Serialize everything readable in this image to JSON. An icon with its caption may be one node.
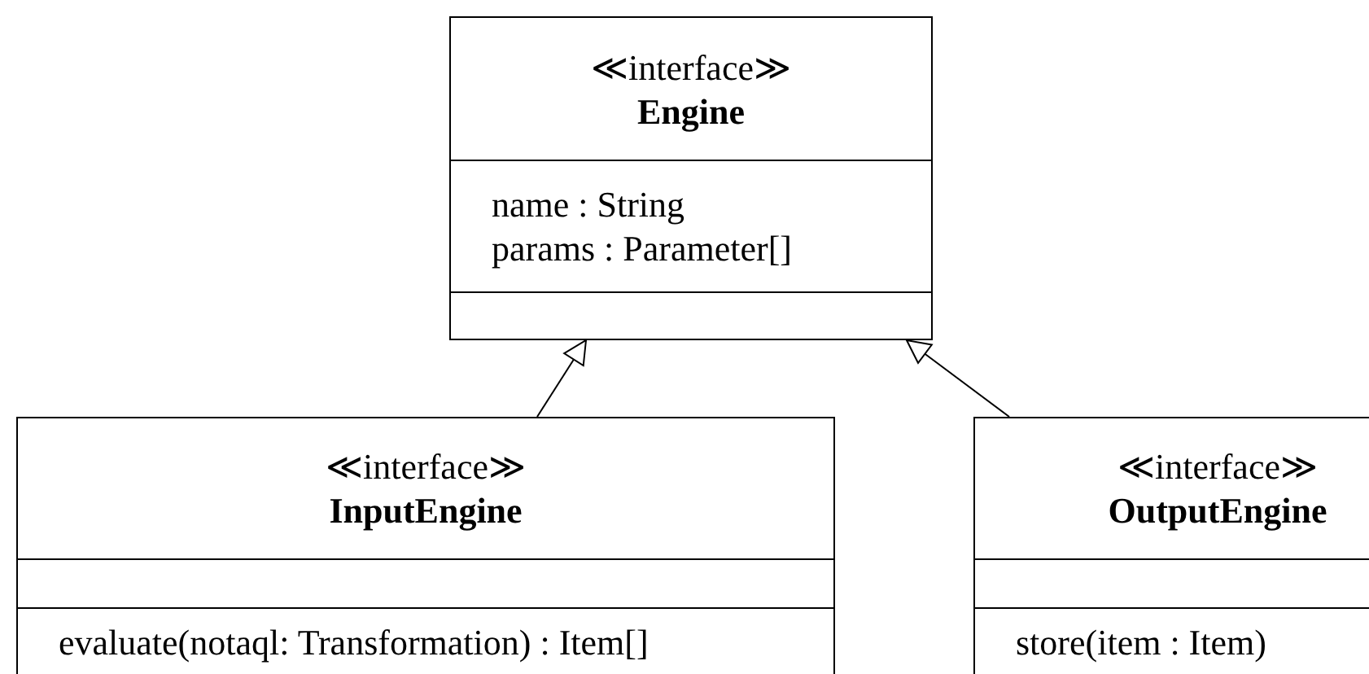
{
  "diagram": {
    "nodes": [
      {
        "text": [
          "≪interface≫",
          "Engine"
        ]
      },
      {
        "text": [
          "name : String",
          "params : Parameter[]"
        ],
        "in": 0
      },
      {
        "text": [],
        "shape": "box",
        "in": 0
      },
      {
        "text": [
          "≪interface≫",
          "InputEngine"
        ]
      },
      {
        "text": [],
        "shape": "box",
        "in": 3
      },
      {
        "text": [
          "evaluate(notaql: Transformation) : Item[]"
        ],
        "in": 3
      },
      {
        "text": [
          "≪interface≫",
          "OutputEngine"
        ]
      },
      {
        "text": [],
        "shape": "box",
        "in": 6
      },
      {
        "text": [
          "store(item : Item)"
        ],
        "in": 6
      }
    ],
    "edges": [
      {
        "from": 3,
        "to": 0,
        "arrow": "to"
      },
      {
        "from": 6,
        "to": 0,
        "arrow": "to"
      }
    ]
  }
}
